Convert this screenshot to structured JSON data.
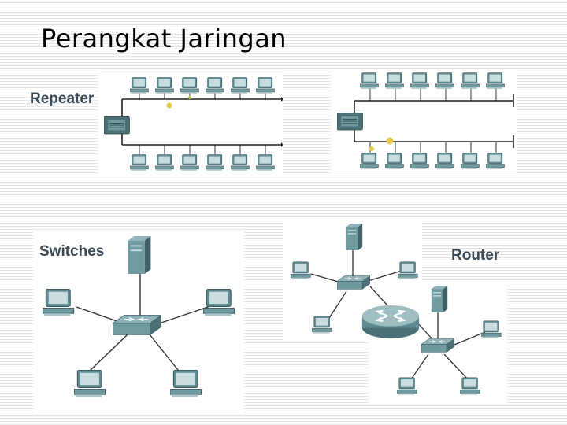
{
  "slide": {
    "title": "Perangkat Jaringan"
  },
  "labels": {
    "repeater": "Repeater",
    "switches": "Switches",
    "router": "Router"
  },
  "icons": {
    "computer": "computer-icon",
    "server": "server-icon",
    "hub": "hub-icon",
    "switch": "switch-icon",
    "router": "router-icon",
    "repeater": "repeater-icon"
  },
  "colors": {
    "device_teal": "#6f9aa0",
    "device_dark": "#4b7177",
    "signal": "#e8c84a",
    "label_text": "#3c4a57"
  }
}
